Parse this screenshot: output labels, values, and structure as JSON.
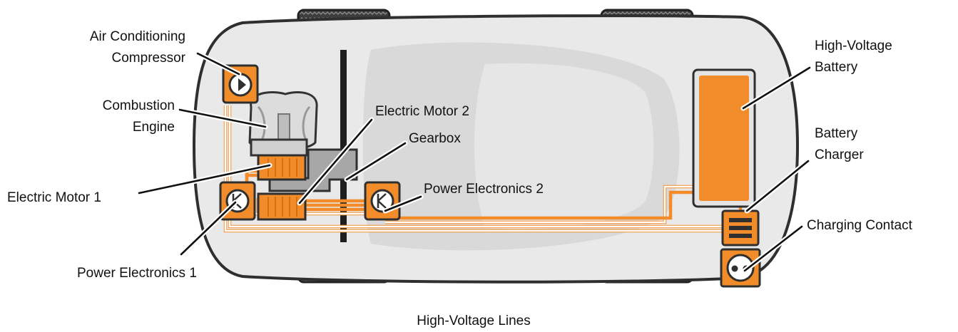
{
  "labels": {
    "ac_compressor": [
      "Air Conditioning",
      "Compressor"
    ],
    "combustion_engine": [
      "Combustion",
      "Engine"
    ],
    "electric_motor_1": "Electric Motor 1",
    "power_electronics_1": "Power Electronics 1",
    "electric_motor_2": "Electric Motor 2",
    "gearbox": "Gearbox",
    "power_electronics_2": "Power Electronics 2",
    "hv_battery": [
      "High-Voltage",
      "Battery"
    ],
    "battery_charger": [
      "Battery",
      "Charger"
    ],
    "charging_contact": "Charging Contact",
    "hv_lines": "High-Voltage Lines"
  },
  "colors": {
    "orange": "#f28b2a",
    "body": "#e9e9e9",
    "outline": "#333333",
    "tire": "#3a3a3a"
  },
  "icons": {
    "ac_compressor": "play-circle-icon",
    "power_electronics": "transistor-icon",
    "battery_charger": "stacked-bars-icon",
    "charging_contact": "socket-icon"
  }
}
